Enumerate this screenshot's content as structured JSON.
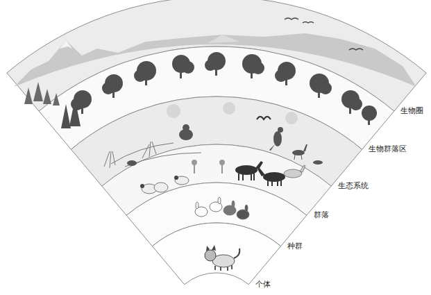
{
  "diagram": {
    "nodes": [
      {
        "text": [
          "生物圈"
        ]
      },
      {
        "text": [
          "生物群落区"
        ]
      },
      {
        "text": [
          "生态系统"
        ]
      },
      {
        "text": [
          "群落"
        ]
      },
      {
        "text": [
          "种群"
        ]
      },
      {
        "text": [
          "个体"
        ]
      }
    ]
  }
}
